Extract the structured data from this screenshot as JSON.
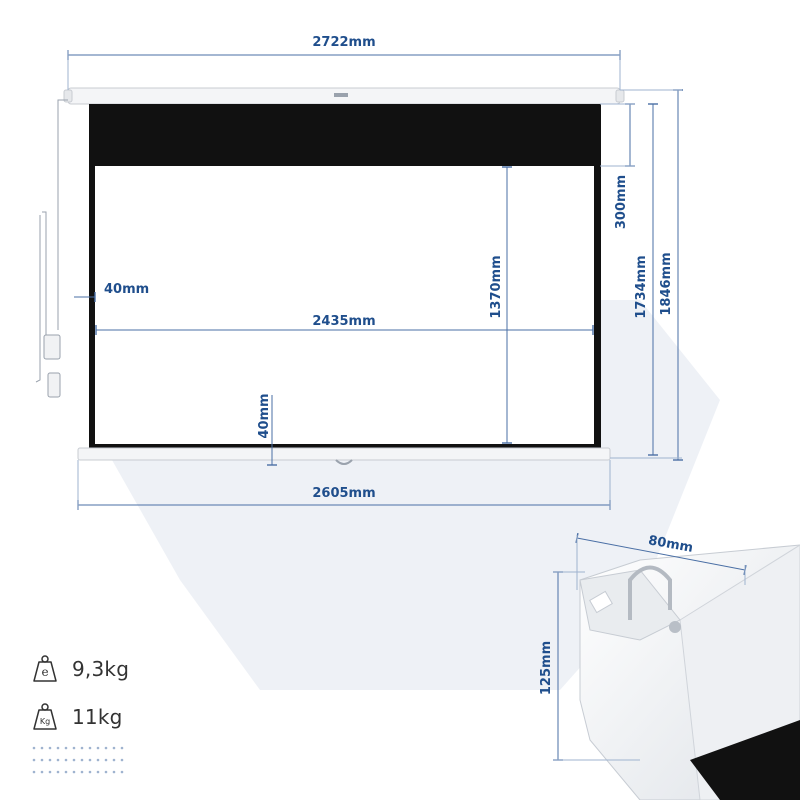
{
  "dimensions": {
    "total_width": "2722mm",
    "screen_width": "2435mm",
    "bar_width": "2605mm",
    "viewing_height": "1370mm",
    "top_border": "300mm",
    "case_to_bottom": "1734mm",
    "total_height": "1846mm",
    "side_border": "40mm",
    "bottom_border": "40mm",
    "case_depth": "80mm",
    "case_height": "125mm"
  },
  "specs": {
    "net_weight": "9,3kg",
    "gross_weight": "11kg",
    "gross_icon_text": "Kg"
  },
  "icons": {
    "net": "net-weight-icon",
    "gross": "gross-weight-icon"
  },
  "colors": {
    "dimension_line": "#4a6fa5",
    "dimension_text": "#1f4e8c",
    "screen_border": "#111111",
    "background_shape": "#eef1f6"
  }
}
